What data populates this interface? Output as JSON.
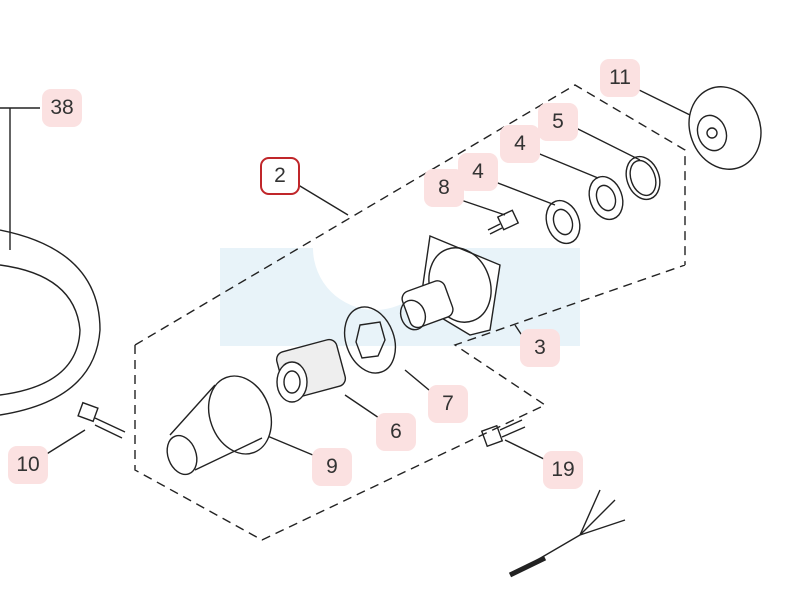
{
  "diagram": {
    "callouts": [
      {
        "id": "38",
        "label": "38"
      },
      {
        "id": "2",
        "label": "2",
        "selected": true
      },
      {
        "id": "11",
        "label": "11"
      },
      {
        "id": "5",
        "label": "5"
      },
      {
        "id": "4a",
        "label": "4"
      },
      {
        "id": "4b",
        "label": "4"
      },
      {
        "id": "8",
        "label": "8"
      },
      {
        "id": "3",
        "label": "3"
      },
      {
        "id": "7",
        "label": "7"
      },
      {
        "id": "6",
        "label": "6"
      },
      {
        "id": "9",
        "label": "9"
      },
      {
        "id": "10",
        "label": "10"
      },
      {
        "id": "19",
        "label": "19"
      }
    ],
    "colors": {
      "callout_bg": "#fbe1e1",
      "selected_border": "#c0262a",
      "watermark": "#e8f3f9"
    }
  }
}
